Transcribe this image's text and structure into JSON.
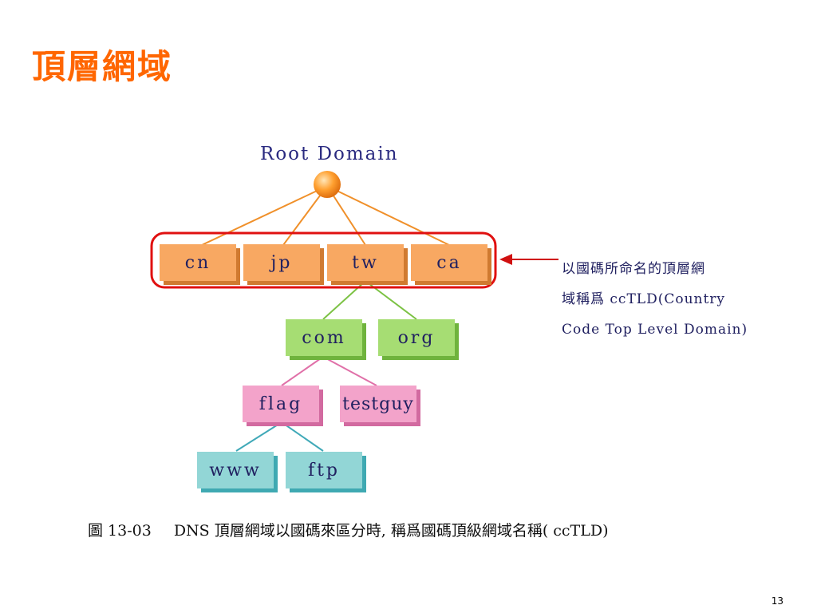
{
  "title": "頂層網域",
  "diagram": {
    "root_label": "Root Domain",
    "tld_nodes": [
      "cn",
      "jp",
      "tw",
      "ca"
    ],
    "second_level": [
      "com",
      "org"
    ],
    "third_level": [
      "flag",
      "testguy"
    ],
    "fourth_level": [
      "www",
      "ftp"
    ],
    "annotation": {
      "line1": "以國碼所命名的頂層網",
      "line2": "域稱爲 ccTLD(Country",
      "line3": "Code Top Level Domain)"
    },
    "colors": {
      "tld": "#f8a862",
      "second": "#a6dd73",
      "third": "#f3a3ca",
      "fourth": "#92d6d6",
      "highlight": "#e01010",
      "title": "#ff6600"
    }
  },
  "caption": {
    "figure_no": "圖 13-03",
    "text": "DNS 頂層網域以國碼來區分時, 稱爲國碼頂級網域名稱( ccTLD)"
  },
  "page_number": "13"
}
